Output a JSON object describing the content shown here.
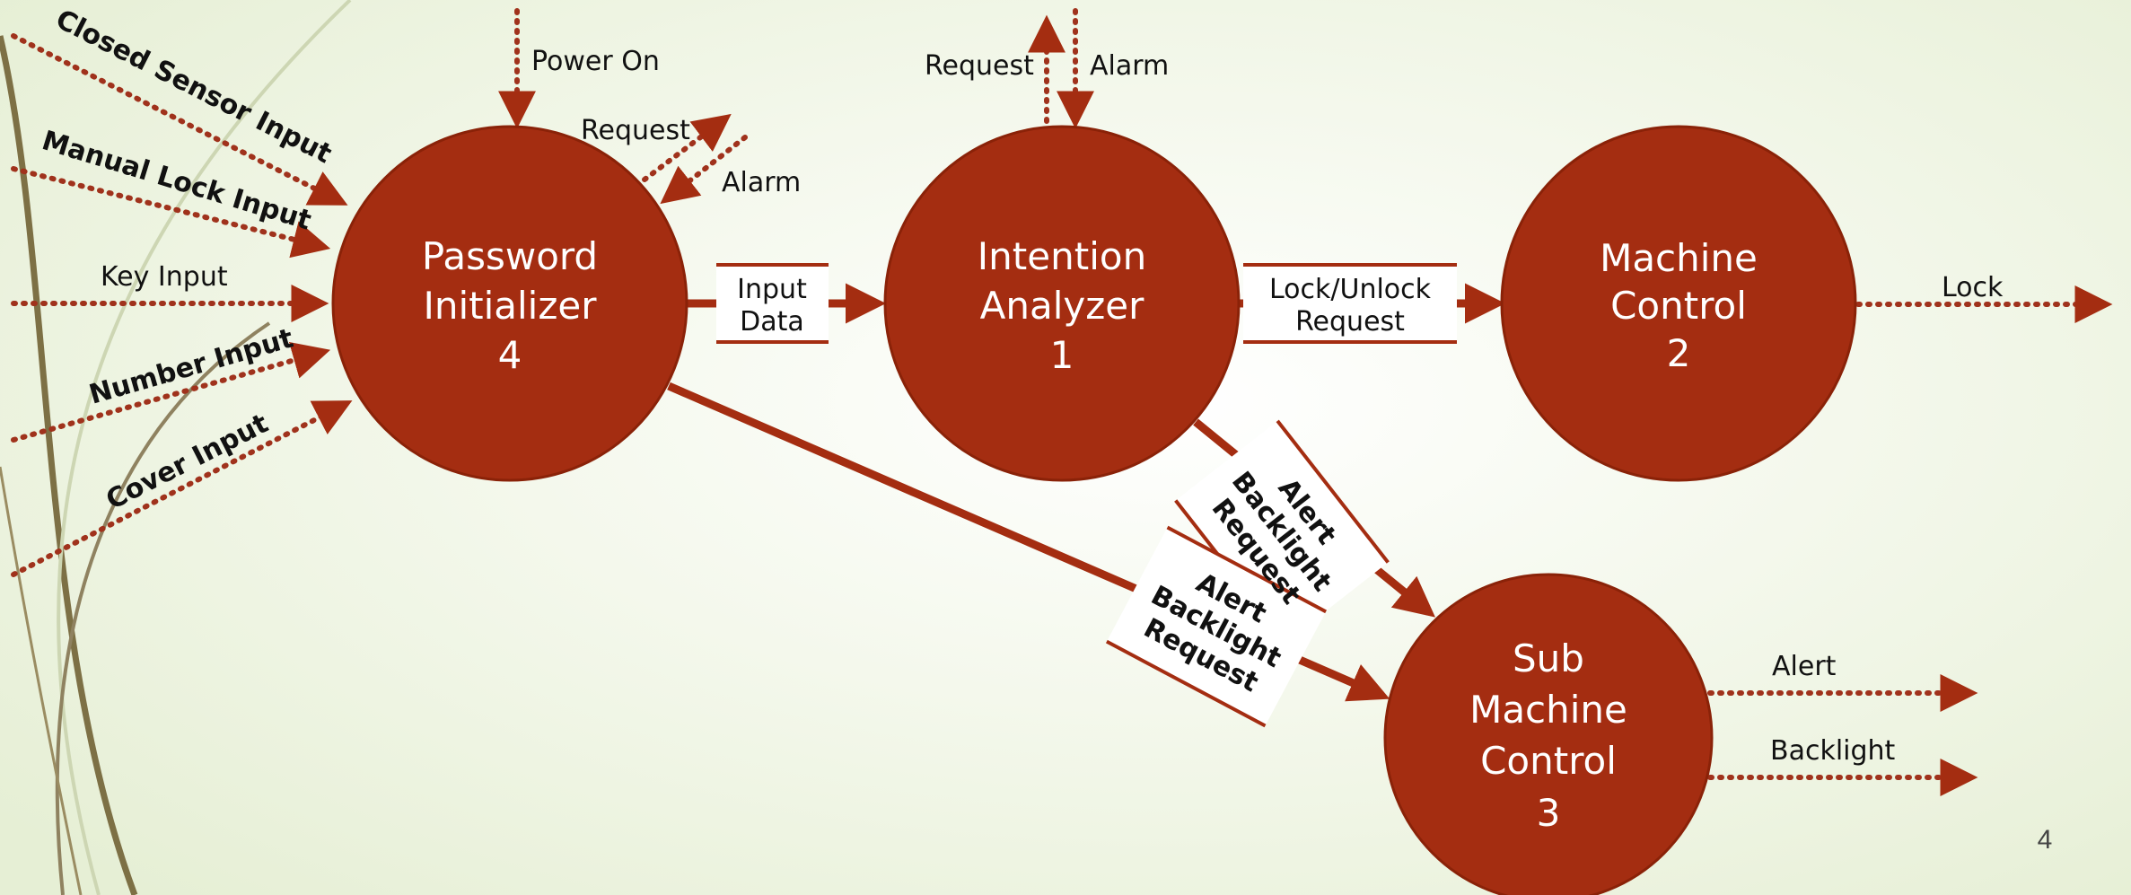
{
  "nodes": {
    "password": {
      "line1": "Password",
      "line2": "Initializer",
      "number": "4"
    },
    "intention": {
      "line1": "Intention",
      "line2": "Analyzer",
      "number": "1"
    },
    "machine": {
      "line1": "Machine",
      "line2": "Control",
      "number": "2"
    },
    "sub": {
      "line1": "Sub",
      "line2": "Machine",
      "line3": "Control",
      "number": "3"
    }
  },
  "flows": {
    "closed_sensor": "Closed Sensor Input",
    "manual_lock": "Manual Lock Input",
    "key_input": "Key Input",
    "number_input": "Number Input",
    "cover_input": "Cover Input",
    "power_on": "Power On",
    "pw_request": "Request",
    "pw_alarm": "Alarm",
    "input_data_1": "Input",
    "input_data_2": "Data",
    "ia_request": "Request",
    "ia_alarm": "Alarm",
    "lock_unlock_1": "Lock/Unlock",
    "lock_unlock_2": "Request",
    "lock": "Lock",
    "abr_a_1": "Alert",
    "abr_a_2": "Backlight",
    "abr_a_3": "Request",
    "abr_b_1": "Alert",
    "abr_b_2": "Backlight",
    "abr_b_3": "Request",
    "alert": "Alert",
    "backlight": "Backlight"
  },
  "page_number": "4",
  "colors": {
    "node": "#a42d11",
    "flow": "#a42d11",
    "dotted": "#a0321c"
  }
}
